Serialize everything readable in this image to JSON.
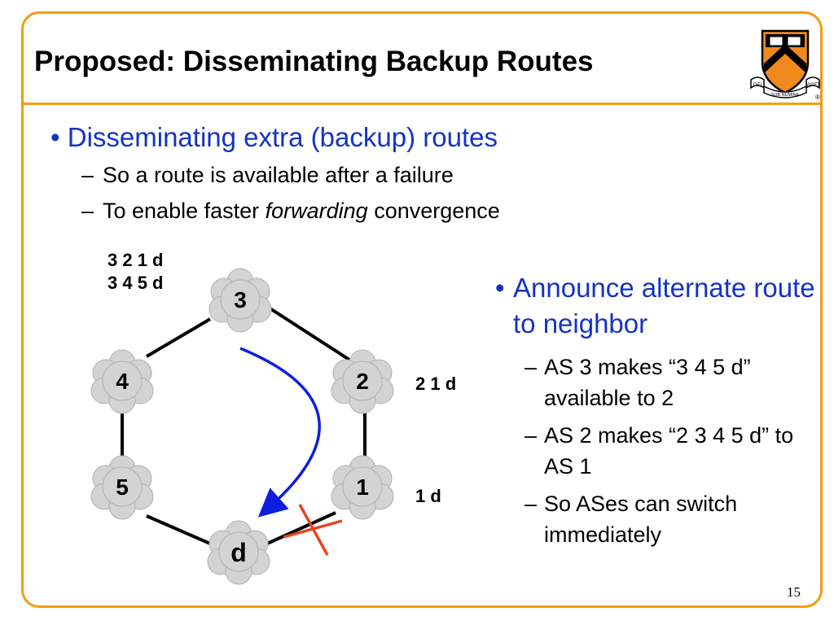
{
  "slide": {
    "title": "Proposed: Disseminating Backup Routes",
    "page_number": "15",
    "bullet_main": "Disseminating extra (backup) routes",
    "sub_bullets": [
      "So a route is available after a failure",
      {
        "before": "To enable faster ",
        "italic": "forwarding",
        "after": " convergence"
      }
    ],
    "right_bullet": "Announce alternate route to neighbor",
    "right_sub_bullets": [
      "AS 3 makes “3 4 5 d” available to 2",
      "AS 2 makes “2 3 4 5 d” to AS 1",
      "So ASes can switch immediately"
    ],
    "bullet_glyph": "•",
    "dash_glyph": "–"
  },
  "logo": {
    "motto_left": "DEI",
    "motto_mid": "SUB NUMINE",
    "motto_right": "VIGET",
    "registered": "®"
  },
  "diagram": {
    "nodes": [
      "3",
      "2",
      "1",
      "d",
      "5",
      "4"
    ],
    "route_tables": {
      "as3": [
        "3 2 1 d",
        "3 4 5 d"
      ],
      "as2": "2 1 d",
      "as1": "1 d"
    }
  },
  "colors": {
    "frame": "#f39c12",
    "bullet_blue": "#1533c2",
    "arrow_blue": "#0d1ee0",
    "failure_x": "#e8431e",
    "cloud_fill": "#d3d3d3",
    "shield_orange": "#f08a1c"
  }
}
